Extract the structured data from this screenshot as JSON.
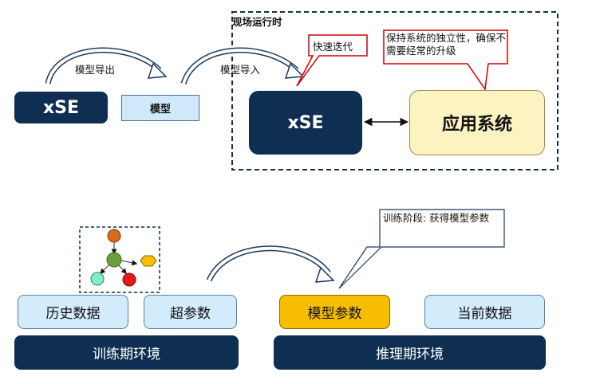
{
  "top": {
    "left": {
      "xse_box": "xSE",
      "model_box": "模型",
      "export_label": "模型导出",
      "import_label": "模型导入"
    },
    "runtime": {
      "title": "现场运行时",
      "xse_box": "xSE",
      "app_box": "应用系统",
      "callout_fast": "快速迭代",
      "callout_independence": "保持系统的独立性，确保不需要经常的升级"
    }
  },
  "bottom": {
    "training": {
      "history_data": "历史数据",
      "hyperparams": "超参数",
      "env": "训练期环境"
    },
    "inference": {
      "model_params": "模型参数",
      "current_data": "当前数据",
      "env": "推理期环境",
      "callout": "训练阶段: 获得模型参数"
    }
  },
  "colors": {
    "navy": "#0f2f52",
    "light_blue": "#d3ecfb",
    "cream": "#fdf3c2",
    "gold": "#f7bd00",
    "callout_red": "#d00000"
  }
}
